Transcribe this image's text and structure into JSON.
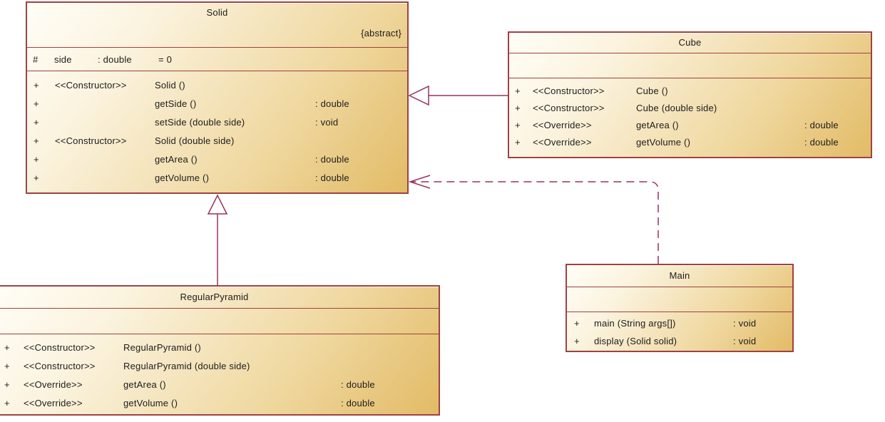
{
  "diagram": {
    "kind": "uml-class-diagram",
    "colors": {
      "box_fill_light": "#fffef7",
      "box_fill_dark": "#e2bb66",
      "box_border": "#a04141",
      "connector": "#993060",
      "text": "#1c1c1c",
      "background": "#ffffff"
    },
    "relationships": [
      {
        "from": "Cube",
        "to": "Solid",
        "type": "generalization",
        "line": "solid",
        "arrow": "hollow-triangle"
      },
      {
        "from": "RegularPyramid",
        "to": "Solid",
        "type": "generalization",
        "line": "solid",
        "arrow": "hollow-triangle"
      },
      {
        "from": "Main",
        "to": "Solid",
        "type": "dependency",
        "line": "dashed",
        "arrow": "open"
      }
    ]
  },
  "classes": {
    "solid": {
      "name": "Solid",
      "tag": "{abstract}",
      "attr": {
        "vis": "#",
        "name": "side",
        "type": ": double",
        "init": "= 0"
      },
      "methods": [
        {
          "vis": "+",
          "st": "<<Constructor>>",
          "sig": "Solid ()",
          "ret": ""
        },
        {
          "vis": "+",
          "st": "",
          "sig": "getSide ()",
          "ret": ": double"
        },
        {
          "vis": "+",
          "st": "",
          "sig": "setSide (double side)",
          "ret": ": void"
        },
        {
          "vis": "+",
          "st": "<<Constructor>>",
          "sig": "Solid (double side)",
          "ret": ""
        },
        {
          "vis": "+",
          "st": "",
          "sig": "getArea ()",
          "ret": ": double"
        },
        {
          "vis": "+",
          "st": "",
          "sig": "getVolume ()",
          "ret": ": double"
        }
      ]
    },
    "cube": {
      "name": "Cube",
      "methods": [
        {
          "vis": "+",
          "st": "<<Constructor>>",
          "sig": "Cube ()",
          "ret": ""
        },
        {
          "vis": "+",
          "st": "<<Constructor>>",
          "sig": "Cube (double side)",
          "ret": ""
        },
        {
          "vis": "+",
          "st": "<<Override>>",
          "sig": "getArea ()",
          "ret": ": double"
        },
        {
          "vis": "+",
          "st": "<<Override>>",
          "sig": "getVolume ()",
          "ret": ": double"
        }
      ]
    },
    "pyramid": {
      "name": "RegularPyramid",
      "methods": [
        {
          "vis": "+",
          "st": "<<Constructor>>",
          "sig": "RegularPyramid ()",
          "ret": ""
        },
        {
          "vis": "+",
          "st": "<<Constructor>>",
          "sig": "RegularPyramid (double side)",
          "ret": ""
        },
        {
          "vis": "+",
          "st": "<<Override>>",
          "sig": "getArea ()",
          "ret": ": double"
        },
        {
          "vis": "+",
          "st": "<<Override>>",
          "sig": "getVolume ()",
          "ret": ": double"
        }
      ]
    },
    "main": {
      "name": "Main",
      "methods": [
        {
          "vis": "+",
          "sig": "main (String args[])",
          "ret": ": void"
        },
        {
          "vis": "+",
          "sig": "display (Solid solid)",
          "ret": ": void"
        }
      ]
    }
  }
}
